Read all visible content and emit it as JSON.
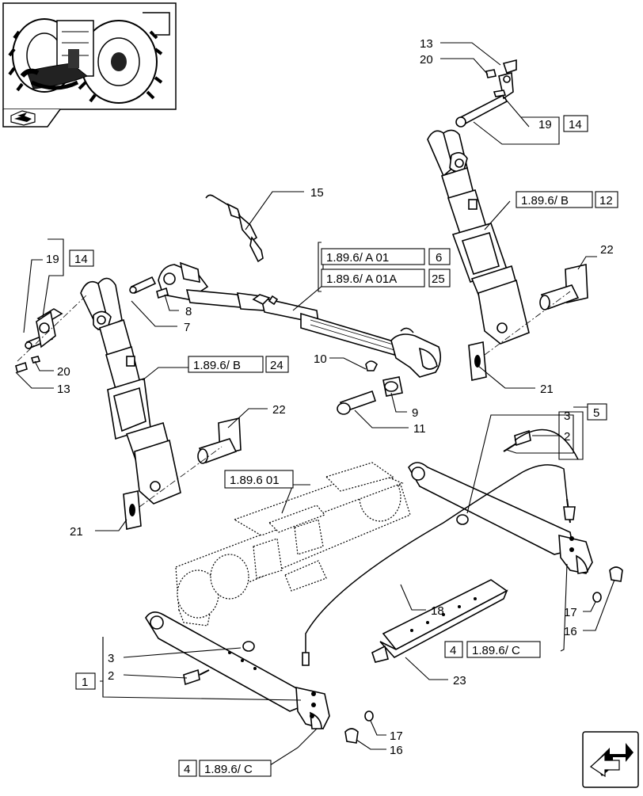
{
  "callouts": {
    "c13_top": "13",
    "c20_top": "20",
    "c19_right": "19",
    "c14_right": "14",
    "c15": "15",
    "c12": "12",
    "c22_right": "22",
    "c19_left": "19",
    "c14_left": "14",
    "c8": "8",
    "c7": "7",
    "c6": "6",
    "c25": "25",
    "c10": "10",
    "c9": "9",
    "c11": "11",
    "c20_left": "20",
    "c13_left": "13",
    "c24": "24",
    "c22_left": "22",
    "c21_left": "21",
    "c21_right": "21",
    "c3_right": "3",
    "c2_right": "2",
    "c5": "5",
    "c18": "18",
    "c17_right": "17",
    "c16_right": "16",
    "c23": "23",
    "c3_left": "3",
    "c2_left": "2",
    "c1": "1",
    "c17_bottom": "17",
    "c16_bottom": "16",
    "c4_right": "4",
    "c4_bottom": "4"
  },
  "refs": {
    "ref_b_right": "1.89.6/  B",
    "ref_a01": "1.89.6/  A 01",
    "ref_a01a": "1.89.6/  A 01A",
    "ref_b_left": "1.89.6/  B",
    "ref_601": "1.89.6 01",
    "ref_c_right": "1.89.6/  C",
    "ref_c_bottom": "1.89.6/  C"
  },
  "icons": {
    "thumbnail": "tractor-rear-hitch-thumbnail",
    "thumb_nav": "book-arrow-icon",
    "next_page": "next-page-arrow-icon"
  }
}
